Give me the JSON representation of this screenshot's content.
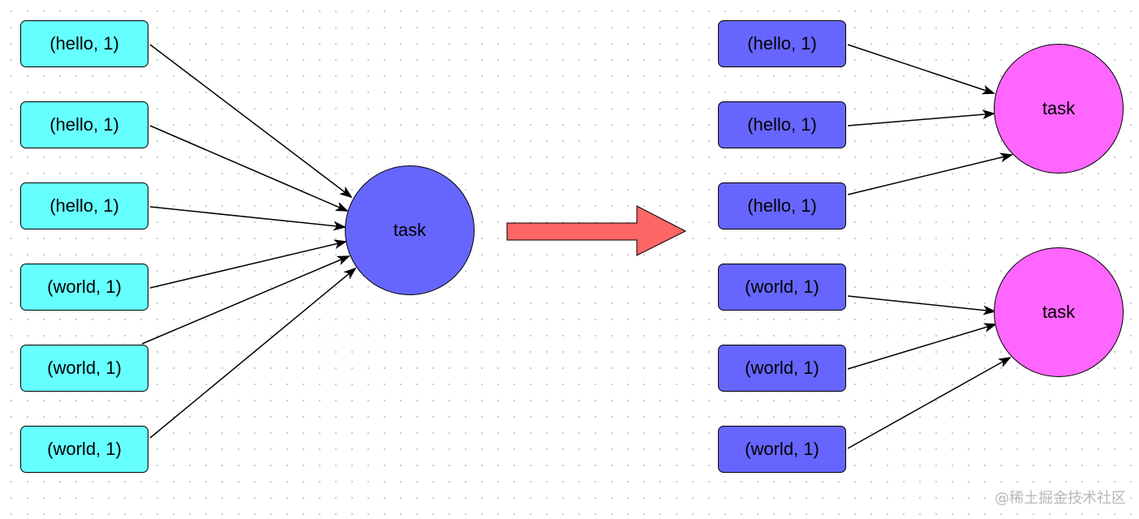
{
  "left_group": {
    "pairs": [
      "(hello, 1)",
      "(hello, 1)",
      "(hello, 1)",
      "(world, 1)",
      "(world, 1)",
      "(world, 1)"
    ],
    "task_label": "task"
  },
  "right_group": {
    "pairs": [
      "(hello, 1)",
      "(hello, 1)",
      "(hello, 1)",
      "(world, 1)",
      "(world, 1)",
      "(world, 1)"
    ],
    "tasks": [
      "task",
      "task"
    ]
  },
  "watermark": "@稀土掘金技术社区",
  "colors": {
    "left_box_fill": "#66ffff",
    "right_box_fill": "#6666ff",
    "single_task_fill": "#6666ff",
    "split_task_fill": "#ff66ff",
    "transform_arrow_fill": "#ff6666"
  }
}
